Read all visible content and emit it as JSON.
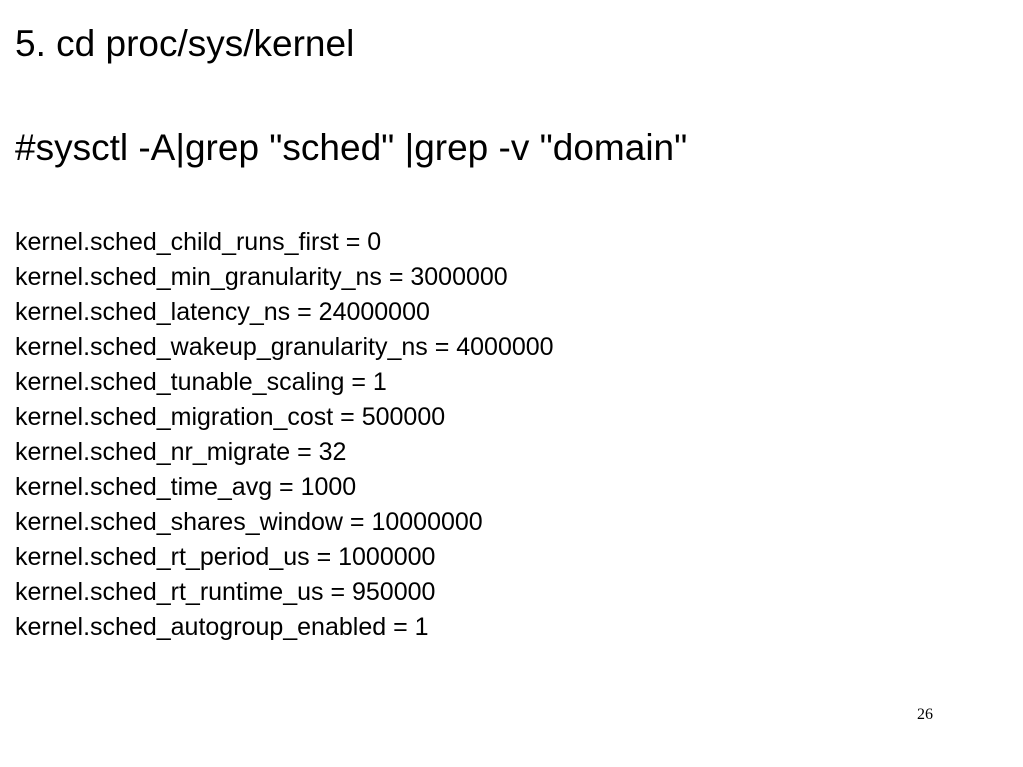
{
  "slide": {
    "title": "5. cd proc/sys/kernel",
    "command": "#sysctl -A|grep \"sched\" |grep -v \"domain\"",
    "output_lines": [
      "kernel.sched_child_runs_first = 0",
      "kernel.sched_min_granularity_ns = 3000000",
      "kernel.sched_latency_ns = 24000000",
      "kernel.sched_wakeup_granularity_ns = 4000000",
      "kernel.sched_tunable_scaling = 1",
      "kernel.sched_migration_cost = 500000",
      "kernel.sched_nr_migrate = 32",
      "kernel.sched_time_avg = 1000",
      "kernel.sched_shares_window = 10000000",
      "kernel.sched_rt_period_us = 1000000",
      "kernel.sched_rt_runtime_us = 950000",
      "kernel.sched_autogroup_enabled = 1"
    ],
    "page_number": "26"
  }
}
